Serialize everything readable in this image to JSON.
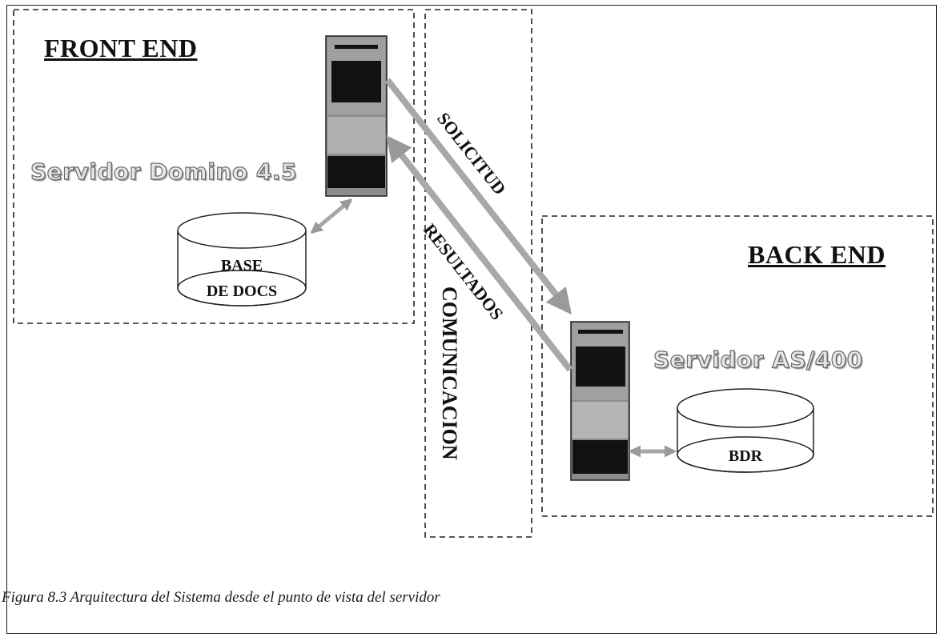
{
  "diagram": {
    "front_end": {
      "title": "FRONT END",
      "server_label": "Servidor Domino 4.5",
      "database_label_line1": "BASE",
      "database_label_line2": "DE DOCS"
    },
    "back_end": {
      "title": "BACK END",
      "server_label": "Servidor AS/400",
      "database_label": "BDR"
    },
    "communication": {
      "label": "COMUNICACION",
      "request_label": "SOLICITUD",
      "results_label": "RESULTADOS"
    },
    "colors": {
      "arrow": "#a8a8a8",
      "server_dark": "#111111",
      "server_mid": "#8c8c8c",
      "server_light": "#b8b8b8",
      "dashed_border": "#222222"
    }
  },
  "caption": "Figura 8.3 Arquitectura del Sistema desde el punto de vista del servidor"
}
